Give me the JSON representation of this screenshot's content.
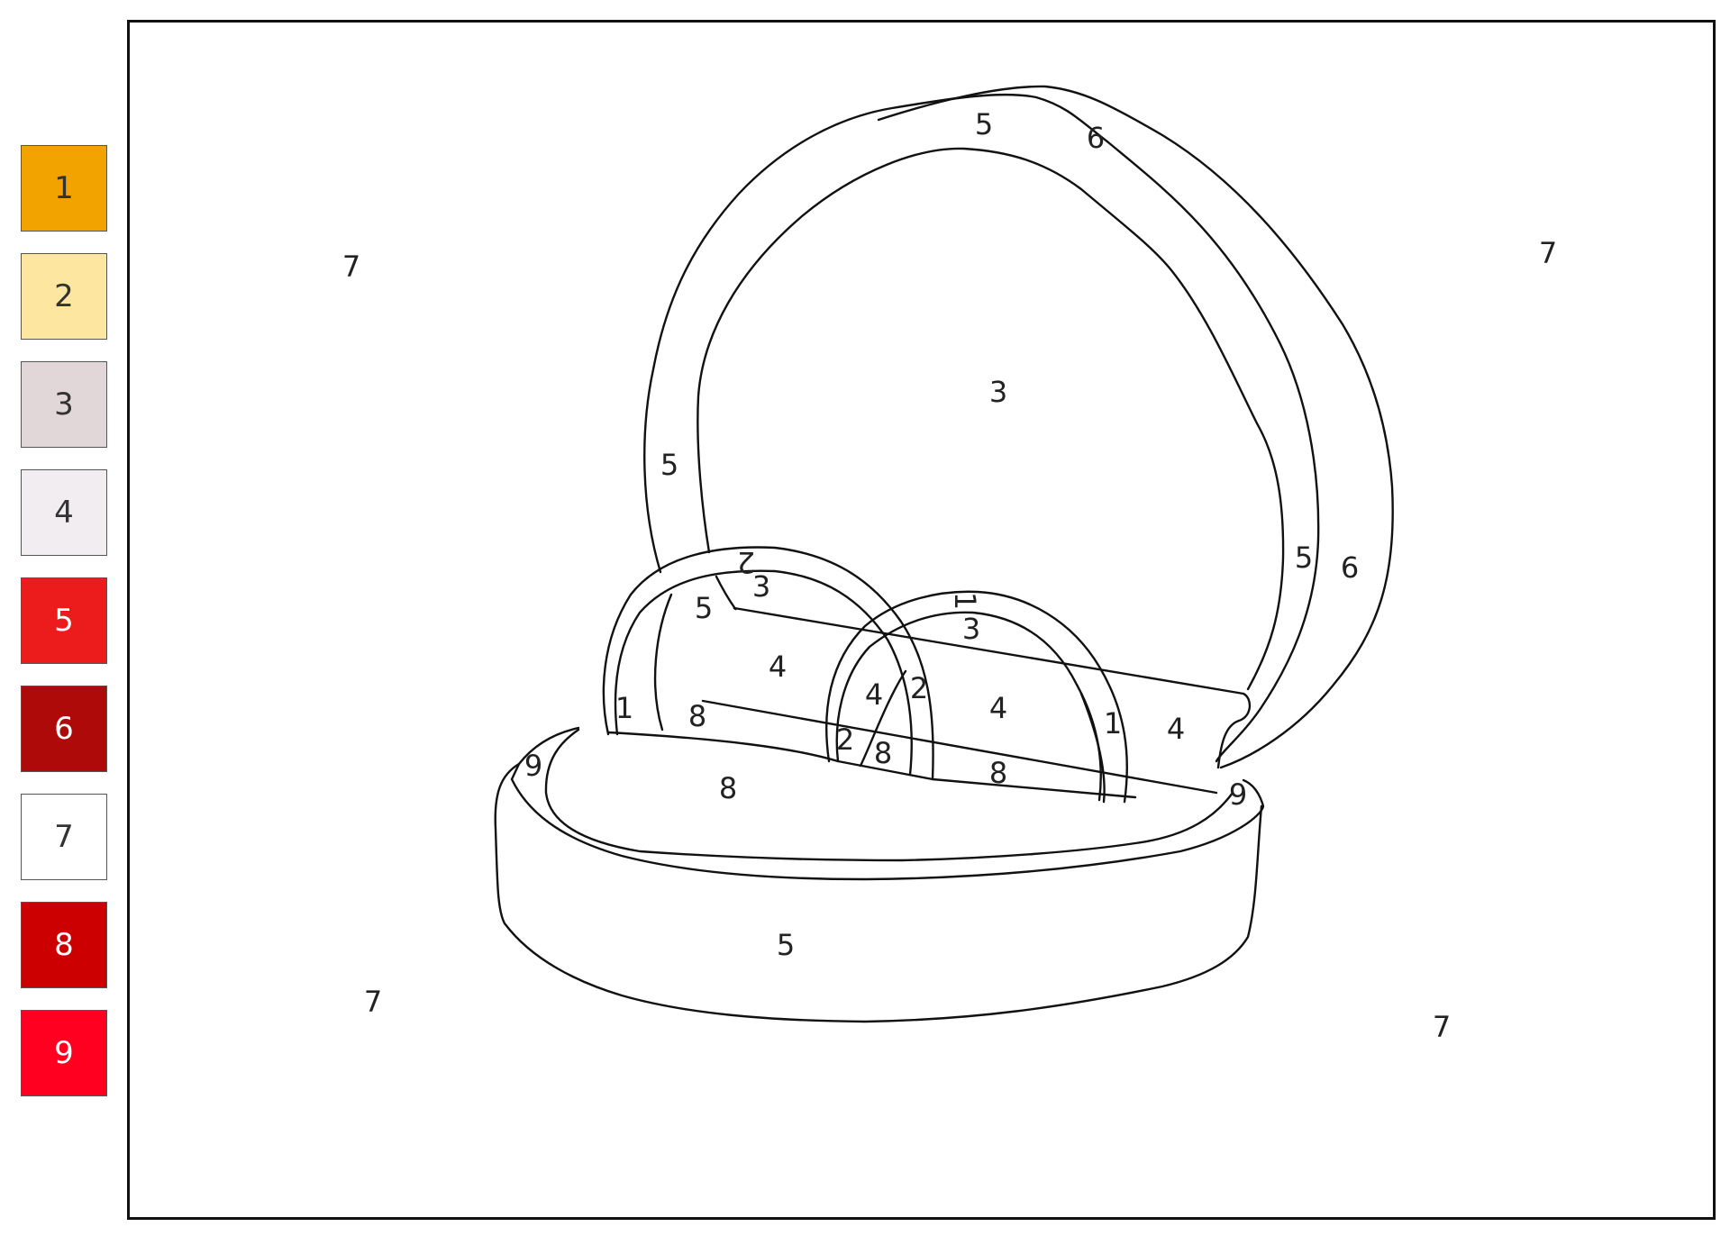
{
  "palette": [
    {
      "number": "1",
      "color": "#F3A300"
    },
    {
      "number": "2",
      "color": "#FDE6A0"
    },
    {
      "number": "3",
      "color": "#E1D7D9"
    },
    {
      "number": "4",
      "color": "#F1EDF1"
    },
    {
      "number": "5",
      "color": "#EC1C1C"
    },
    {
      "number": "6",
      "color": "#AF0A0A"
    },
    {
      "number": "7",
      "color": "#FFFFFF"
    },
    {
      "number": "8",
      "color": "#CC0000"
    },
    {
      "number": "9",
      "color": "#FF0020"
    }
  ],
  "region_labels": [
    {
      "id": "bg-top-left",
      "text": "7"
    },
    {
      "id": "bg-top-right",
      "text": "7"
    },
    {
      "id": "bg-bottom-left",
      "text": "7"
    },
    {
      "id": "bg-bottom-right",
      "text": "7"
    },
    {
      "id": "lid-rim-top",
      "text": "5"
    },
    {
      "id": "lid-outer-top",
      "text": "6"
    },
    {
      "id": "lid-inside",
      "text": "3"
    },
    {
      "id": "lid-rim-left",
      "text": "5"
    },
    {
      "id": "lid-rim-right",
      "text": "5"
    },
    {
      "id": "lid-outer-right",
      "text": "6"
    },
    {
      "id": "ring1-top",
      "text": "2"
    },
    {
      "id": "ring1-inner-top",
      "text": "3"
    },
    {
      "id": "ring1-inner-left",
      "text": "5"
    },
    {
      "id": "cushion-back-left",
      "text": "4"
    },
    {
      "id": "ring1-band-left",
      "text": "1"
    },
    {
      "id": "slot-left",
      "text": "8"
    },
    {
      "id": "ring2-top",
      "text": "1"
    },
    {
      "id": "ring2-inner-top",
      "text": "3"
    },
    {
      "id": "ring2-inner-left",
      "text": "4"
    },
    {
      "id": "ring1-band-right",
      "text": "2"
    },
    {
      "id": "cushion-back-mid",
      "text": "4"
    },
    {
      "id": "ring2-band-right",
      "text": "1"
    },
    {
      "id": "cushion-back-right",
      "text": "4"
    },
    {
      "id": "ring2-band-left",
      "text": "2"
    },
    {
      "id": "slot-mid",
      "text": "8"
    },
    {
      "id": "slot-right",
      "text": "8"
    },
    {
      "id": "cushion-front",
      "text": "8"
    },
    {
      "id": "box-lip-left",
      "text": "9"
    },
    {
      "id": "box-lip-right",
      "text": "9"
    },
    {
      "id": "box-front",
      "text": "5"
    }
  ]
}
